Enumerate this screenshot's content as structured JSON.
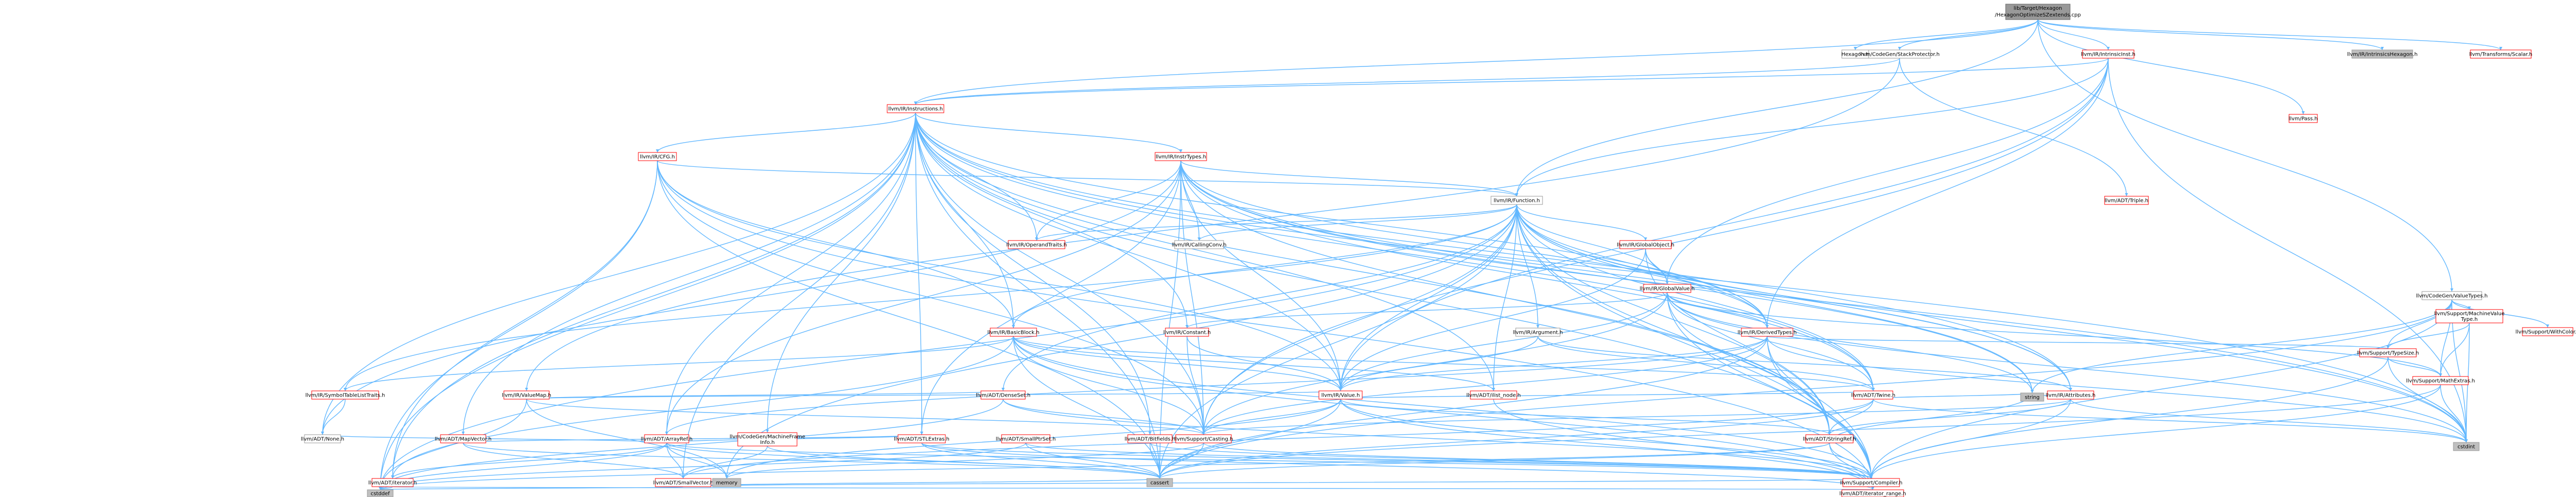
{
  "root": {
    "label_line1": "lib/Target/Hexagon",
    "label_line2": "/HexagonOptimizeSZextends.cpp"
  },
  "nodes": {
    "hexagon_h": "Hexagon.h",
    "stack_protector": "llvm/CodeGen/StackProtector.h",
    "intrinsic_inst": "llvm/IR/IntrinsicInst.h",
    "pass_h": "llvm/Pass.h",
    "intrinsics_hexagon": "llvm/IR/IntrinsicsHexagon.h",
    "transforms_scalar": "llvm/Transforms/Scalar.h",
    "instructions": "llvm/IR/Instructions.h",
    "triple": "llvm/ADT/Triple.h",
    "cfg": "llvm/IR/CFG.h",
    "inst_types": "llvm/IR/InstrTypes.h",
    "function": "llvm/IR/Function.h",
    "operand_traits": "llvm/IR/OperandTraits.h",
    "calling_conv": "llvm/IR/CallingConv.h",
    "global_object": "llvm/IR/GlobalObject.h",
    "global_value": "llvm/IR/GlobalValue.h",
    "basic_block": "llvm/IR/BasicBlock.h",
    "constant": "llvm/IR/Constant.h",
    "argument": "llvm/IR/Argument.h",
    "derived_types": "llvm/IR/DerivedTypes.h",
    "value_types": "llvm/CodeGen/ValueTypes.h",
    "machine_value_type": "llvm/Support/MachineValue Type.h",
    "with_color": "llvm/Support/WithColor.h",
    "symbol_table_list": "llvm/IR/SymbolTableListTraits.h",
    "value_map": "llvm/IR/ValueMap.h",
    "dense_set": "llvm/ADT/DenseSet.h",
    "value_h": "llvm/IR/Value.h",
    "ilist_node": "llvm/ADT/ilist_node.h",
    "twine": "llvm/ADT/Twine.h",
    "ir_attributes": "llvm/IR/Attributes.h",
    "type_size": "llvm/Support/TypeSize.h",
    "map_vector": "llvm/ADT/MapVector.h",
    "array_ref": "llvm/ADT/ArrayRef.h",
    "machine_frame_info": "llvm/CodeGen/MachineFrame Info.h",
    "none_h": "llvm/ADT/None.h",
    "small_vector": "llvm/ADT/SmallVector.h",
    "stl_extras": "llvm/ADT/STLExtras.h",
    "small_ptr_set": "llvm/ADT/SmallPtrSet.h",
    "bit_fields": "llvm/ADT/Bitfields.h",
    "casting": "llvm/Support/Casting.h",
    "string_ref": "llvm/ADT/StringRef.h",
    "math_extras": "llvm/Support/MathExtras.h",
    "iterator": "llvm/ADT/iterator.h",
    "memory": "memory",
    "cassert": "cassert",
    "compiler": "llvm/Support/Compiler.h",
    "string": "string",
    "cstdint": "cstdint",
    "cstddef": "cstddef",
    "iterator_range": "llvm/ADT/iterator_range.h"
  }
}
